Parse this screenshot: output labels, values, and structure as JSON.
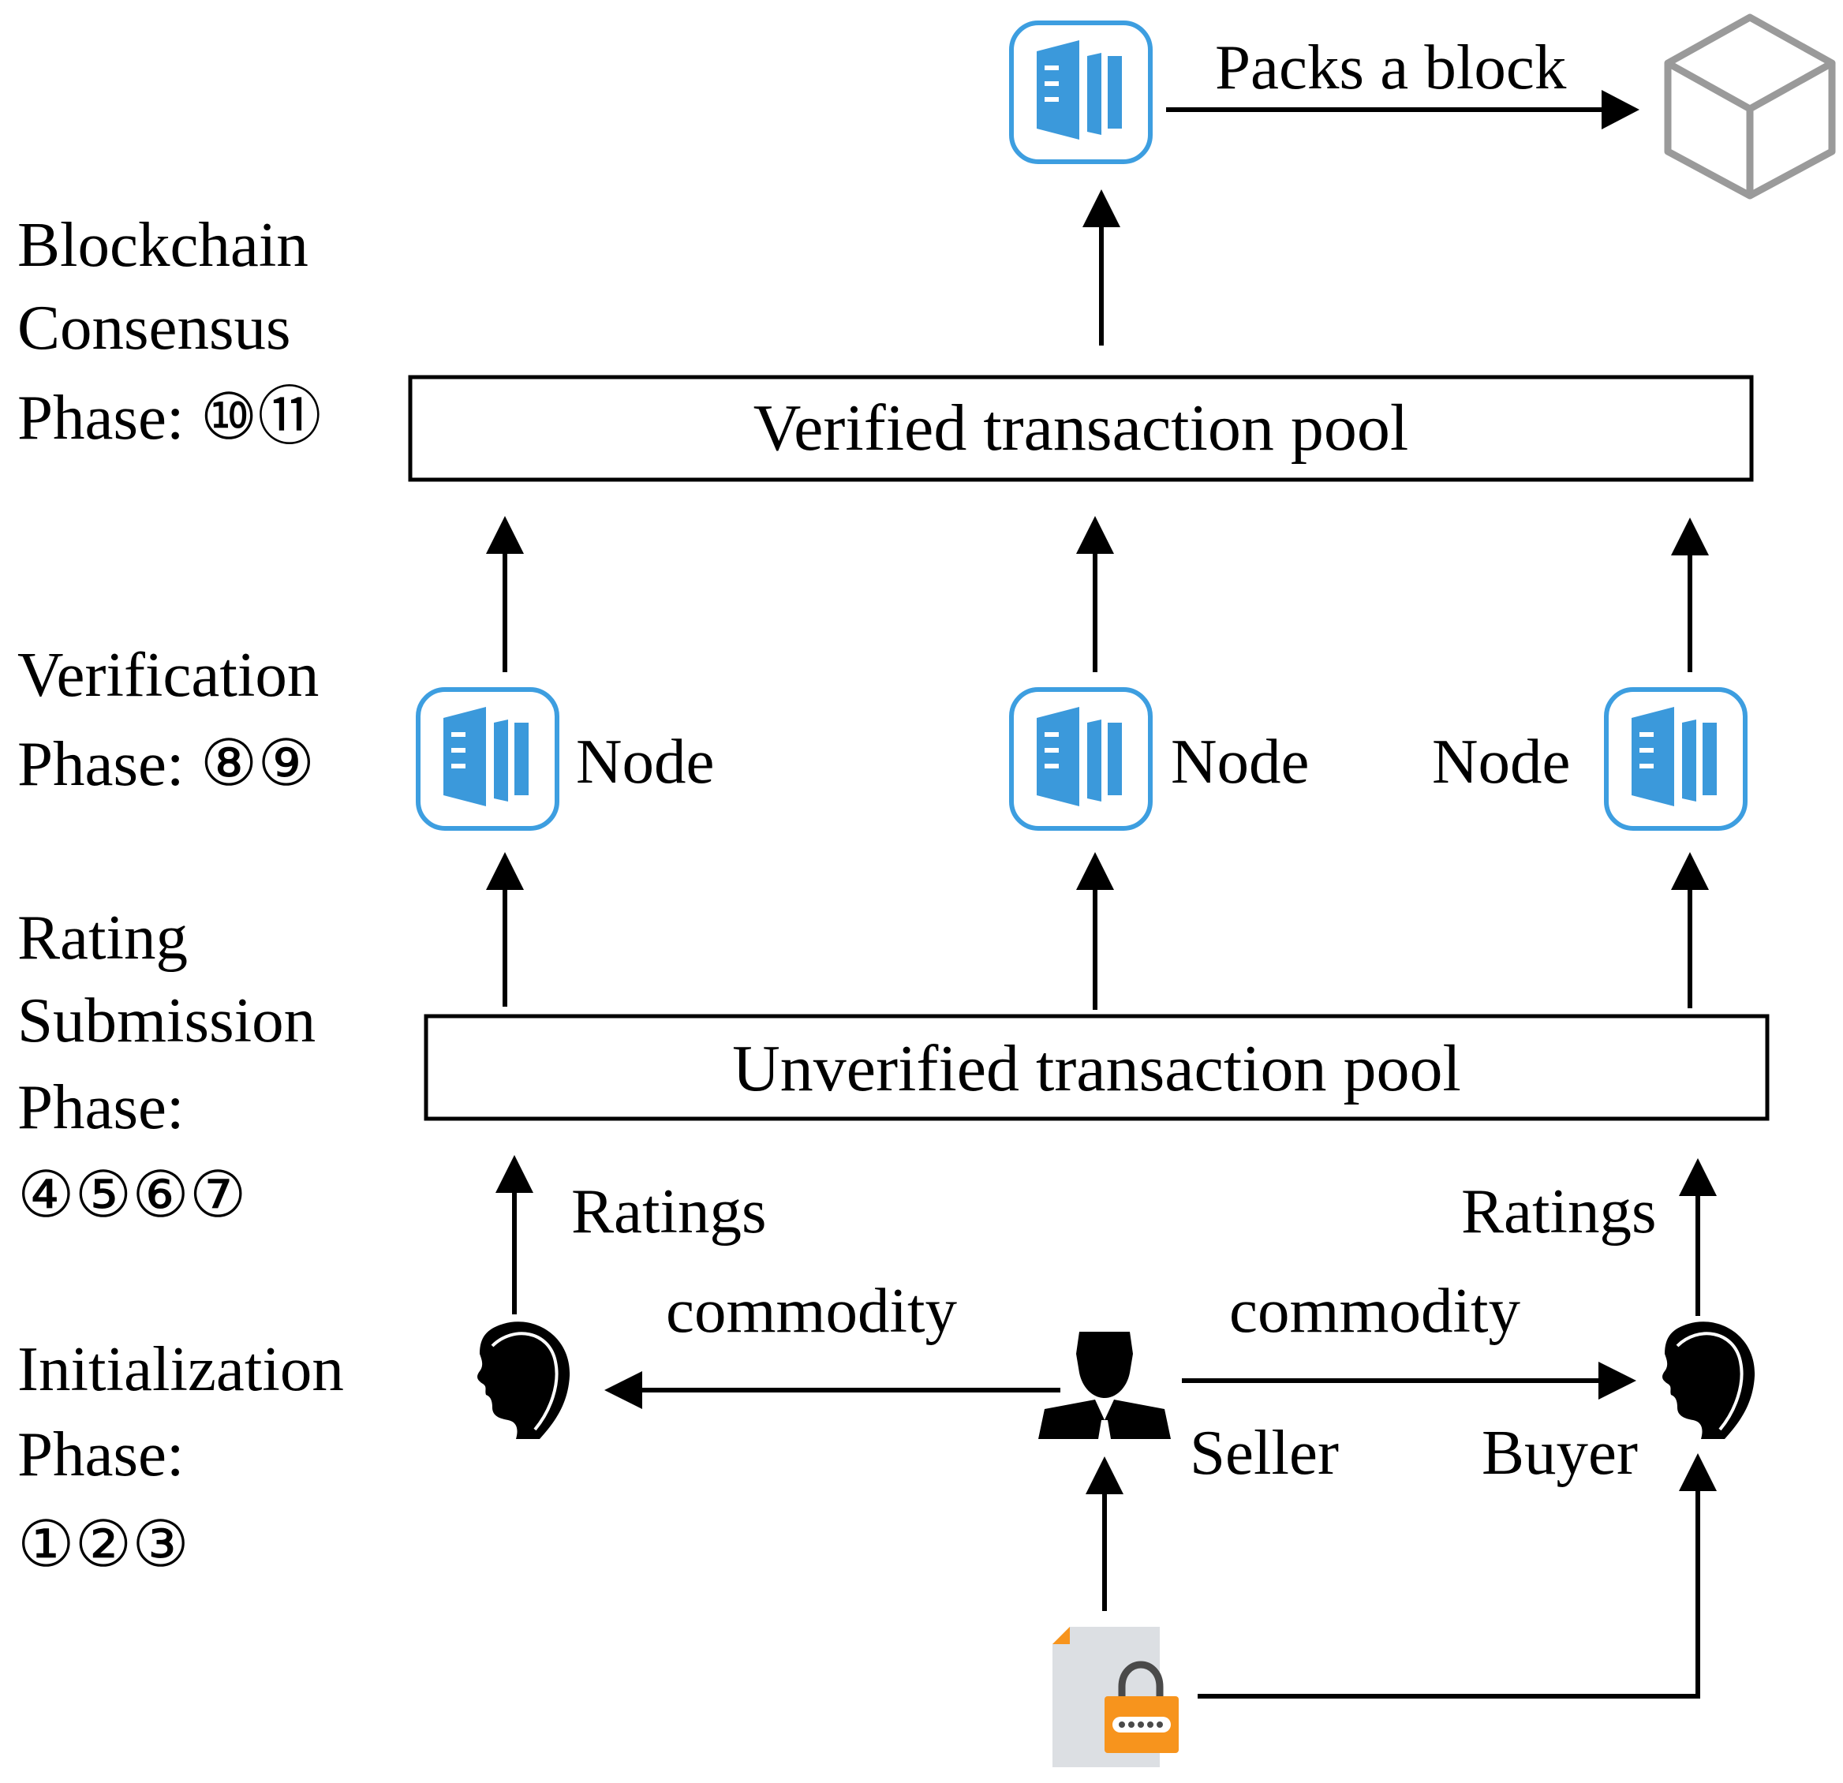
{
  "phases": {
    "consensus": [
      "Blockchain",
      "Consensus",
      "Phase: ⑩⑪"
    ],
    "verification": [
      "Verification",
      "Phase: ⑧⑨"
    ],
    "rating": [
      "Rating",
      "Submission",
      "Phase:",
      "④⑤⑥⑦"
    ],
    "initialization": [
      "Initialization",
      "Phase:",
      "①②③"
    ]
  },
  "pools": {
    "verified": "Verified transaction pool",
    "unverified": "Unverified transaction pool"
  },
  "labels": {
    "packs": "Packs a block",
    "node": "Node",
    "ratings": "Ratings",
    "commodity": "commodity",
    "seller": "Seller",
    "buyer": "Buyer"
  },
  "icons": {
    "node": "blockchain-node-icon",
    "block": "block-cube-icon",
    "buyer": "buyer-head-icon",
    "seller": "seller-person-icon",
    "document": "locked-document-icon"
  },
  "colors": {
    "node_blue": "#3d9ee0",
    "node_blue_fill": "#3b99db",
    "cube_grey": "#9a9a9a",
    "lock_orange": "#f7941d",
    "doc_grey": "#dcdfe3",
    "line": "#000000"
  }
}
